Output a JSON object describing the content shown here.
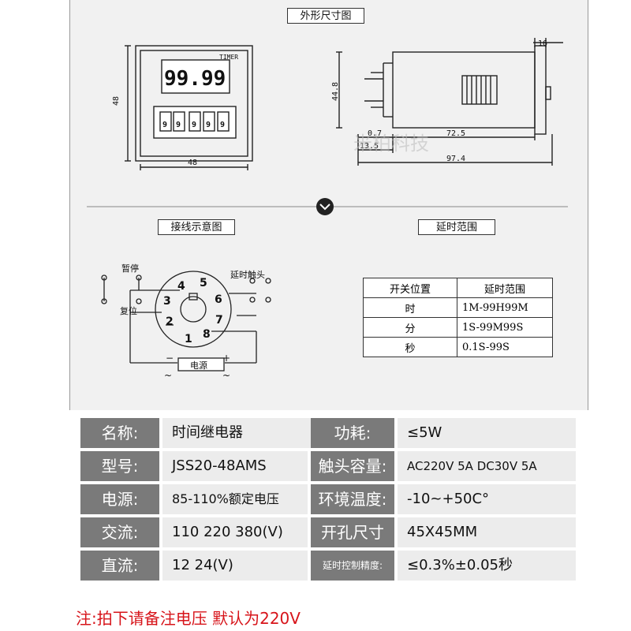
{
  "sections": {
    "dimension_title": "外形尺寸图",
    "wiring_title": "接线示意图",
    "delay_title": "延时范围"
  },
  "front_view": {
    "brand": "TIMER",
    "display": "99.99",
    "dials": [
      "9",
      "9",
      "9",
      "9",
      "9"
    ],
    "dim_height": "48",
    "dim_width": "48"
  },
  "side_view": {
    "dim_16": "16",
    "dim_44_8": "44.8",
    "dim_0_7": "0.7",
    "dim_72_5": "72.5",
    "dim_13_5": "13.5",
    "dim_97_4": "97.4",
    "watermark": "米柏科技"
  },
  "wiring": {
    "pause": "暂停",
    "reset": "复位",
    "delay_contact": "延时触头",
    "power": "电源",
    "minus": "−",
    "plus": "+",
    "ac1": "~",
    "ac2": "~",
    "pins": [
      "1",
      "2",
      "3",
      "4",
      "5",
      "6",
      "7",
      "8"
    ]
  },
  "delay_table": {
    "header": [
      "开关位置",
      "延时范围"
    ],
    "rows": [
      [
        "时",
        "1M-99H99M"
      ],
      [
        "分",
        "1S-99M99S"
      ],
      [
        "秒",
        "0.1S-99S"
      ]
    ]
  },
  "specs": [
    {
      "l1": "名称:",
      "v1": "时间继电器",
      "l2": "功耗:",
      "v2": "≤5W"
    },
    {
      "l1": "型号:",
      "v1": "JSS20-48AMS",
      "l2": "触头容量:",
      "v2": "AC220V 5A DC30V 5A"
    },
    {
      "l1": "电源:",
      "v1": "85-110%额定电压",
      "l2": "环境温度:",
      "v2": "-10~+50C°"
    },
    {
      "l1": "交流:",
      "v1": "110 220 380(V)",
      "l2": "开孔尺寸",
      "v2": "45X45MM"
    },
    {
      "l1": "直流:",
      "v1": "12 24(V)",
      "l2": "延时控制精度:",
      "v2": "≤0.3%±0.05秒"
    }
  ],
  "note": "注:拍下请备注电压 默认为220V"
}
